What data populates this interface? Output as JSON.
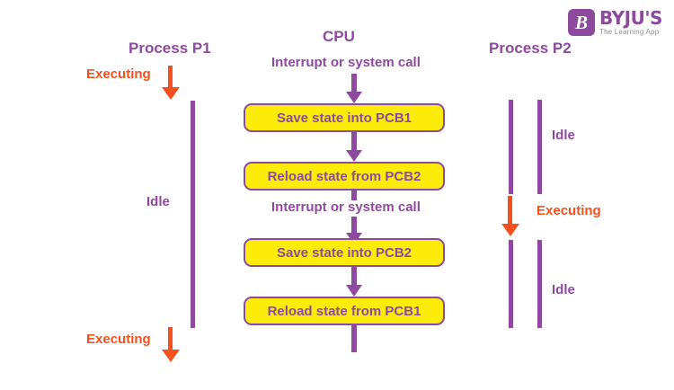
{
  "brand": {
    "mark_letter": "B",
    "name": "BYJU'S",
    "tagline": "The Learning App"
  },
  "diagram": {
    "title_cpu": "CPU",
    "columns": {
      "left": {
        "title": "Process P1",
        "states": [
          {
            "label": "Executing",
            "kind": "executing"
          },
          {
            "label": "Idle",
            "kind": "idle"
          },
          {
            "label": "Executing",
            "kind": "executing"
          }
        ]
      },
      "right": {
        "title": "Process P2",
        "states": [
          {
            "label": "Idle",
            "kind": "idle"
          },
          {
            "label": "Executing",
            "kind": "executing"
          },
          {
            "label": "Idle",
            "kind": "idle"
          }
        ]
      }
    },
    "cpu_flow": [
      {
        "type": "event",
        "label": "Interrupt or system call"
      },
      {
        "type": "box",
        "label": "Save state into PCB1"
      },
      {
        "type": "box",
        "label": "Reload state from PCB2"
      },
      {
        "type": "event",
        "label": "Interrupt or system call"
      },
      {
        "type": "box",
        "label": "Save state into PCB2"
      },
      {
        "type": "box",
        "label": "Reload state from PCB1"
      }
    ]
  },
  "colors": {
    "purple": "#8e4a9e",
    "orange": "#f4511e",
    "box_fill": "#fdeb0a",
    "logo_purple": "#8b4a9c"
  }
}
